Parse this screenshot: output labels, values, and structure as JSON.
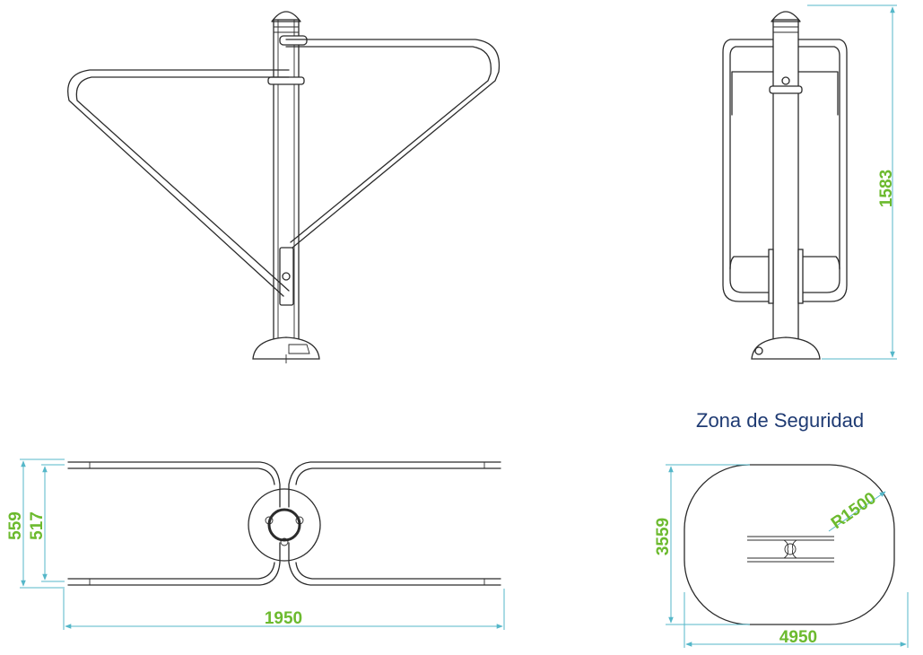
{
  "safety_zone": {
    "title": "Zona de Seguridad"
  },
  "dimensions": {
    "height": "1583",
    "top_outer_width": "559",
    "top_inner_width": "517",
    "top_length": "1950",
    "zone_width": "3559",
    "zone_length": "4950",
    "zone_radius": "R1500"
  },
  "colors": {
    "line": "#2b2b2b",
    "dimension_line": "#55b7c9",
    "dimension_text": "#6cba2e",
    "title": "#1f3b73"
  }
}
